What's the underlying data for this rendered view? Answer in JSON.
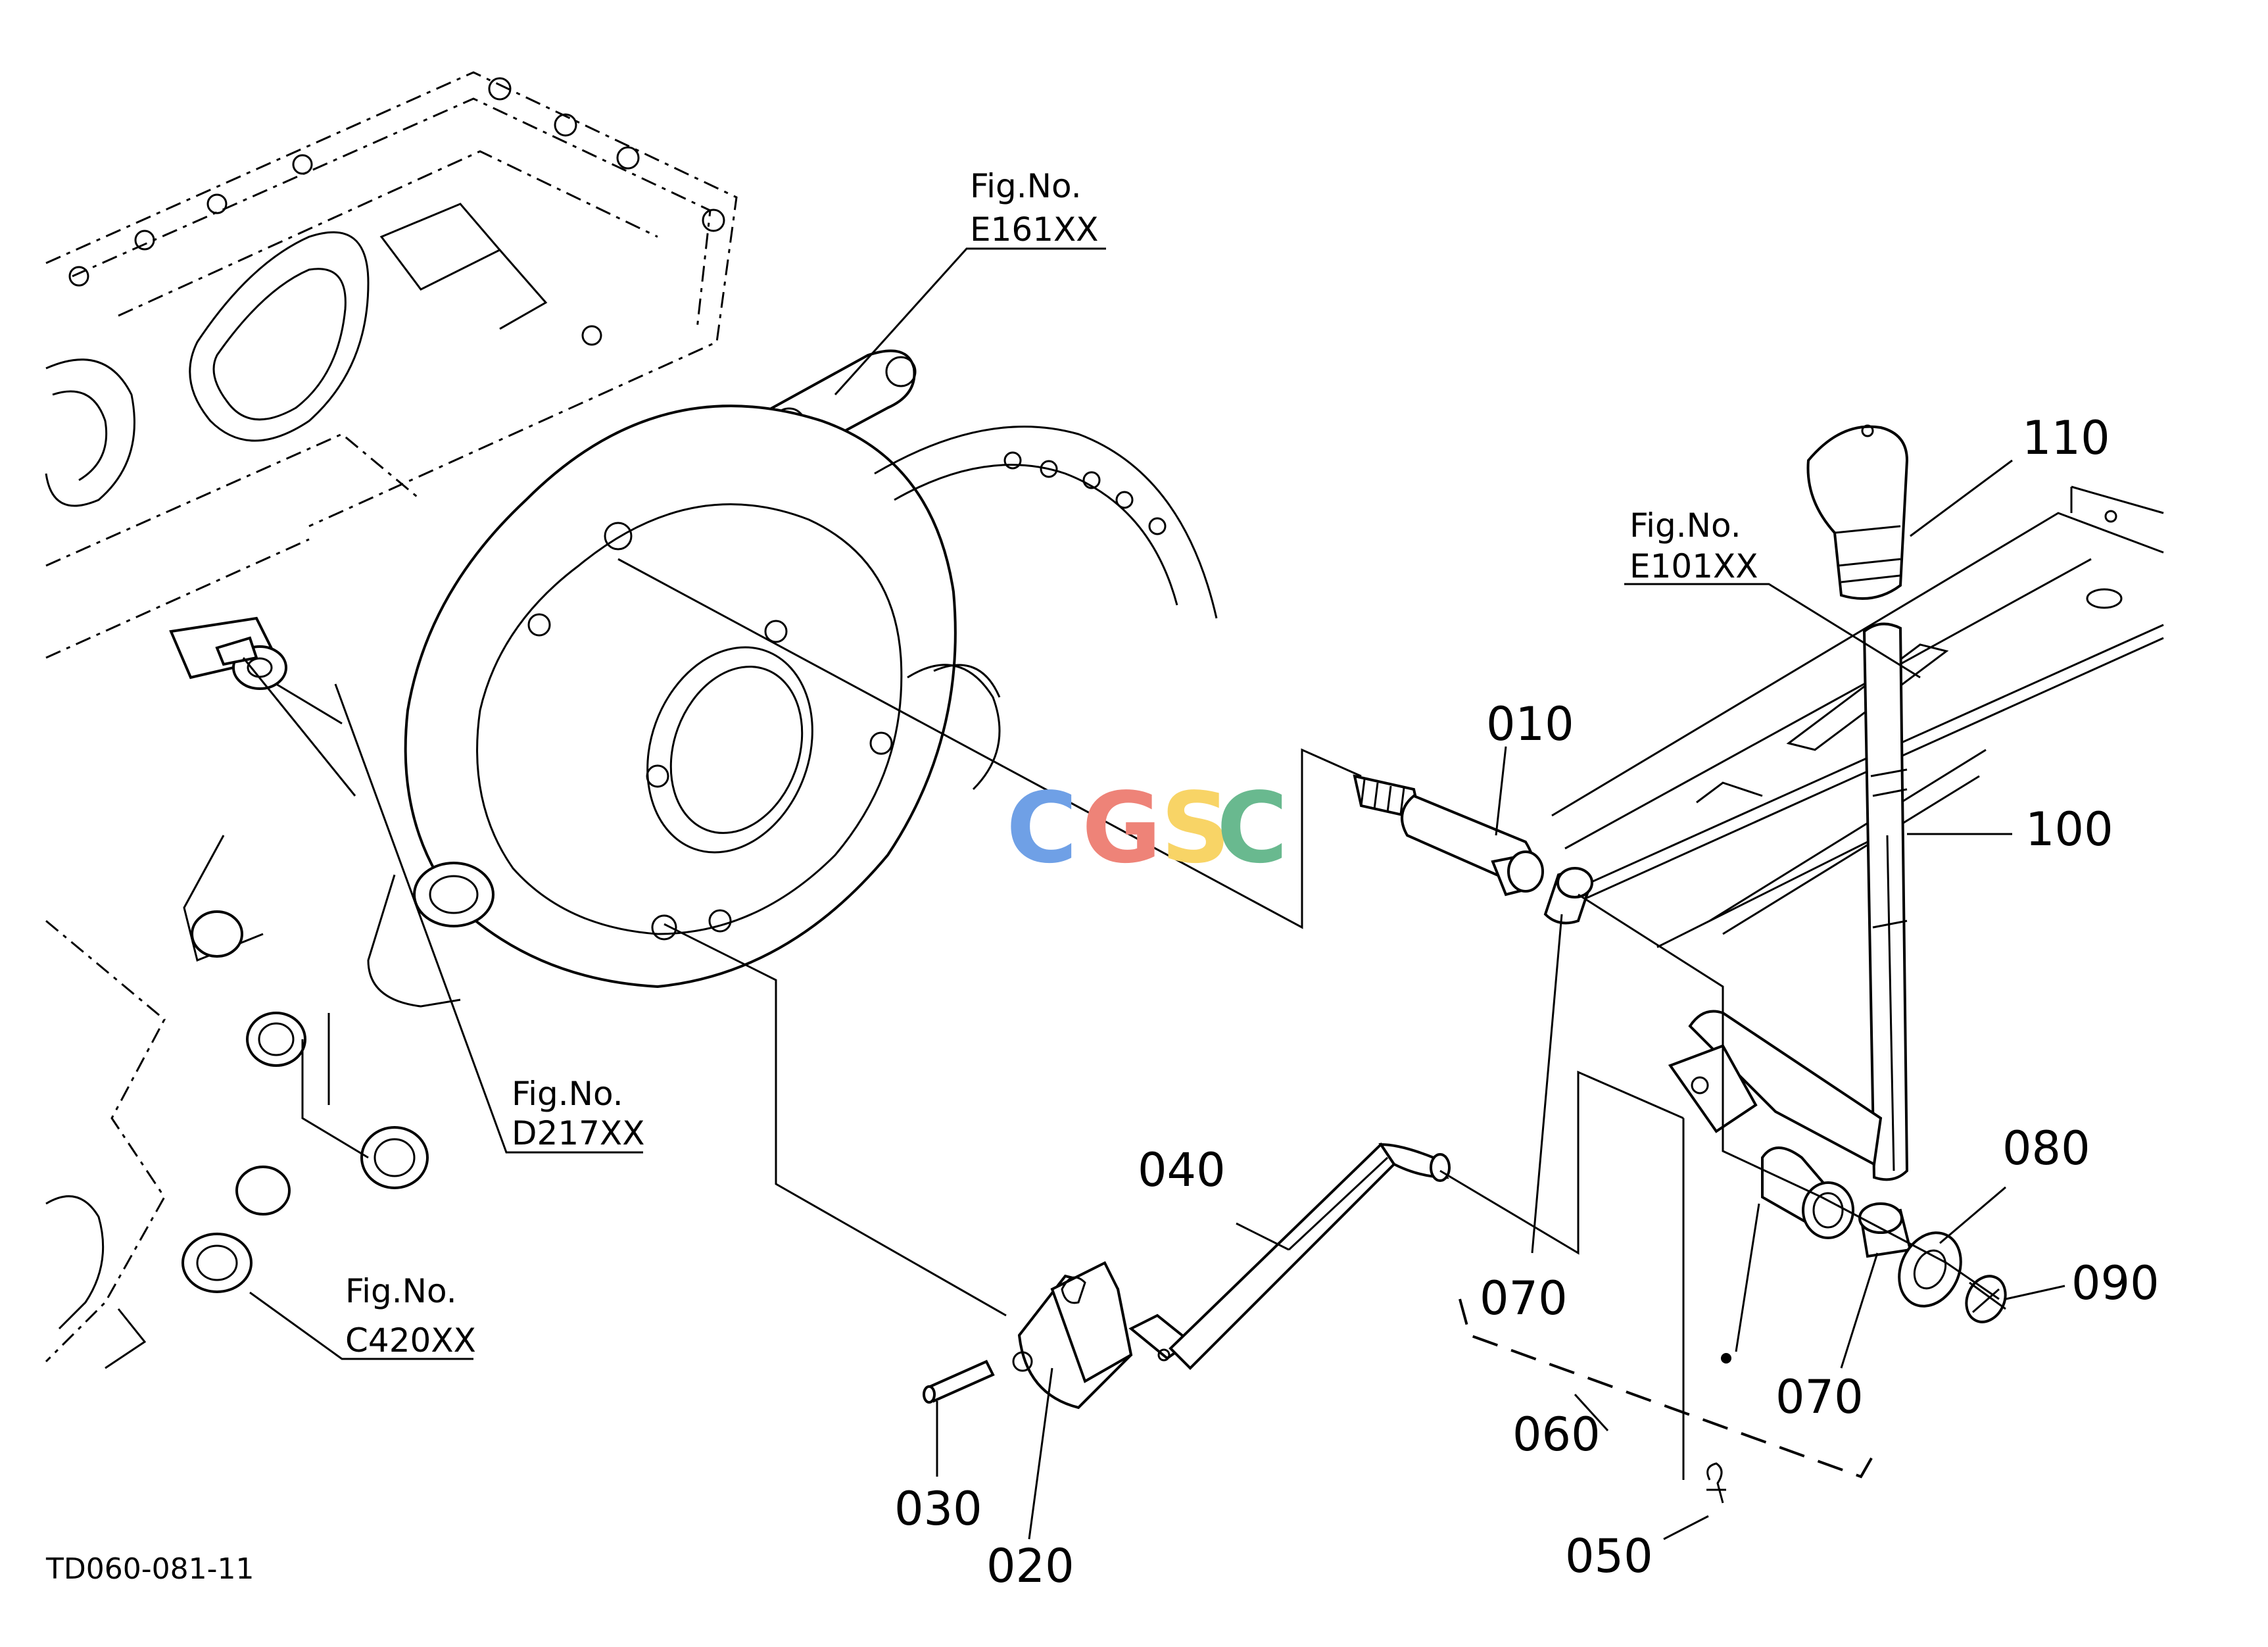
{
  "part_labels": {
    "p010": "010",
    "p020": "020",
    "p030": "030",
    "p040": "040",
    "p050": "050",
    "p060": "060",
    "p070a": "070",
    "p070b": "070",
    "p080": "080",
    "p090": "090",
    "p100": "100",
    "p110": "110"
  },
  "figure_refs": {
    "e161": {
      "label": "Fig.No.",
      "code": "E161XX"
    },
    "e101": {
      "label": "Fig.No.",
      "code": "E101XX"
    },
    "d217": {
      "label": "Fig.No.",
      "code": "D217XX"
    },
    "c420": {
      "label": "Fig.No.",
      "code": "C420XX"
    }
  },
  "drawing_code": "TD060-081-11",
  "watermark": {
    "letters": [
      "C",
      "G",
      "S",
      "C"
    ],
    "colors": [
      "#6fa0e6",
      "#ee8378",
      "#f8d466",
      "#69b98f"
    ]
  }
}
